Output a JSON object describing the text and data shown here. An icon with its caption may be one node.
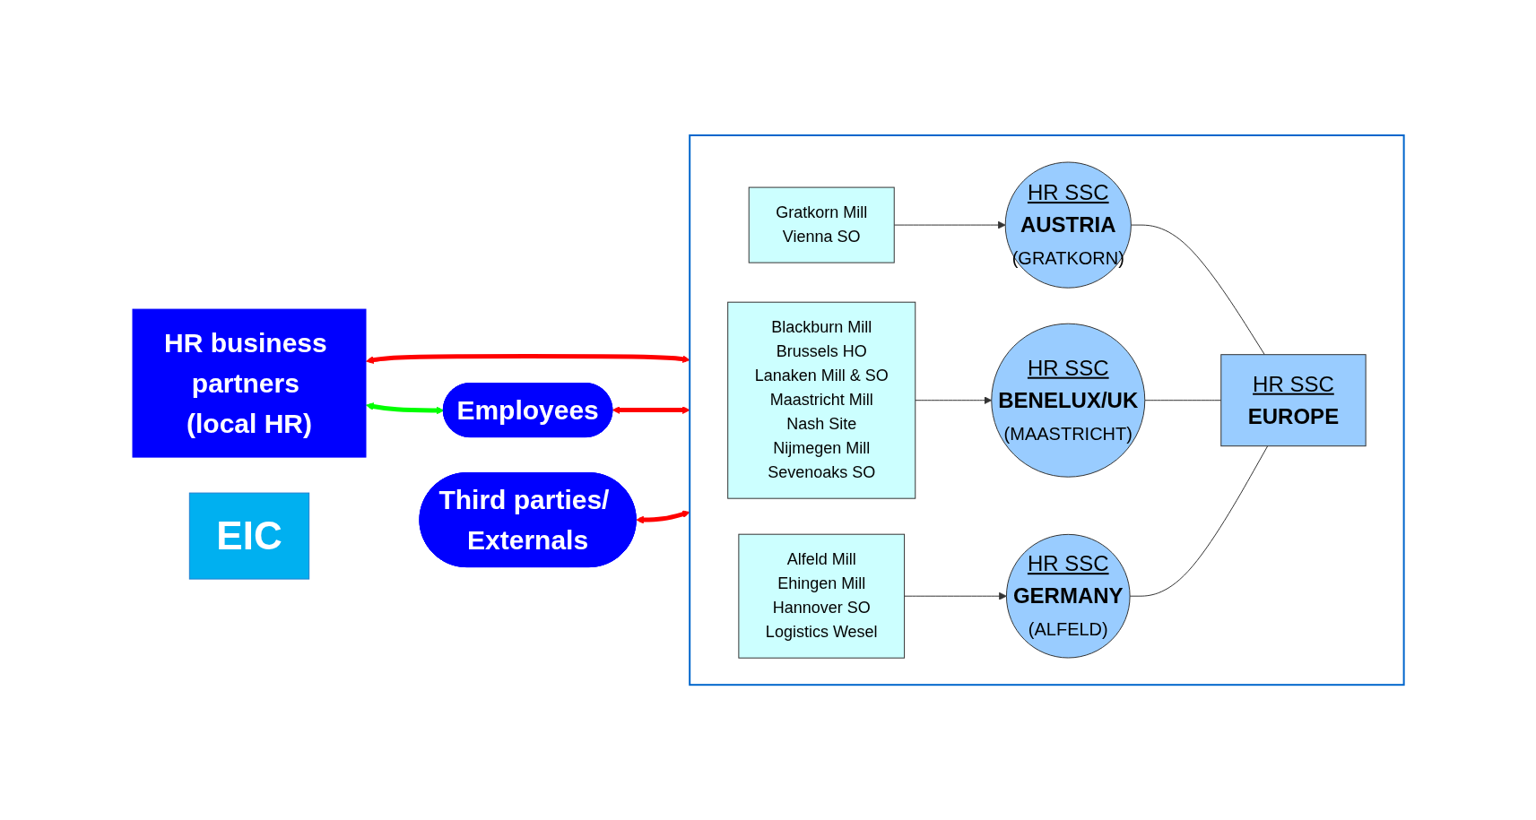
{
  "diagram": {
    "nodes": [
      {
        "text": [
          "HR business partners (local HR)"
        ]
      },
      {
        "text": [
          "EIC"
        ]
      },
      {
        "text": [],
        "shape": "box"
      },
      {
        "text": [
          "HR SSC",
          "EUROPE"
        ],
        "in": 2
      },
      {
        "text": [
          "HR SSC",
          "AUSTRIA",
          "(GRATKORN)"
        ],
        "in": 2
      },
      {
        "text": [
          "HR SSC",
          "BENELUX/UK",
          "(MAASTRICHT)"
        ],
        "in": 2
      },
      {
        "text": [
          "HR SSC",
          "GERMANY",
          "(ALFELD)"
        ],
        "in": 2
      },
      {
        "text": [
          "Gratkorn Mill",
          "Vienna SO"
        ],
        "in": 2
      },
      {
        "text": [
          "Blackburn Mill",
          "Brussels HO",
          "Lanaken Mill & SO",
          "Maastricht Mill",
          "Nash Site",
          "Nijmegen Mill",
          "Sevenoaks SO"
        ],
        "in": 2
      },
      {
        "text": [
          "Alfeld Mill",
          "Ehingen Mill",
          "Hannover SO",
          "Logistics Wesel"
        ],
        "in": 2
      },
      {
        "text": [
          "Employees"
        ]
      },
      {
        "text": [
          "Third parties/ Externals"
        ]
      }
    ],
    "edges": [
      {
        "from": 0,
        "to": 2,
        "arrow": "both",
        "style": "thick",
        "color": "#ff0000"
      },
      {
        "from": 0,
        "to": 10,
        "arrow": "both",
        "style": "thick",
        "color": "#00ff00"
      },
      {
        "from": 3,
        "to": 4,
        "arrow": "none"
      },
      {
        "from": 3,
        "to": 5,
        "arrow": "none"
      },
      {
        "from": 3,
        "to": 6,
        "arrow": "none"
      },
      {
        "from": 7,
        "to": 4,
        "arrow": "to"
      },
      {
        "from": 8,
        "to": 5,
        "arrow": "to"
      },
      {
        "from": 9,
        "to": 6,
        "arrow": "to"
      },
      {
        "from": 10,
        "to": 2,
        "arrow": "both",
        "style": "thick",
        "color": "#ff0000"
      },
      {
        "from": 11,
        "to": 2,
        "arrow": "both",
        "style": "thick",
        "color": "#ff0000"
      }
    ]
  }
}
